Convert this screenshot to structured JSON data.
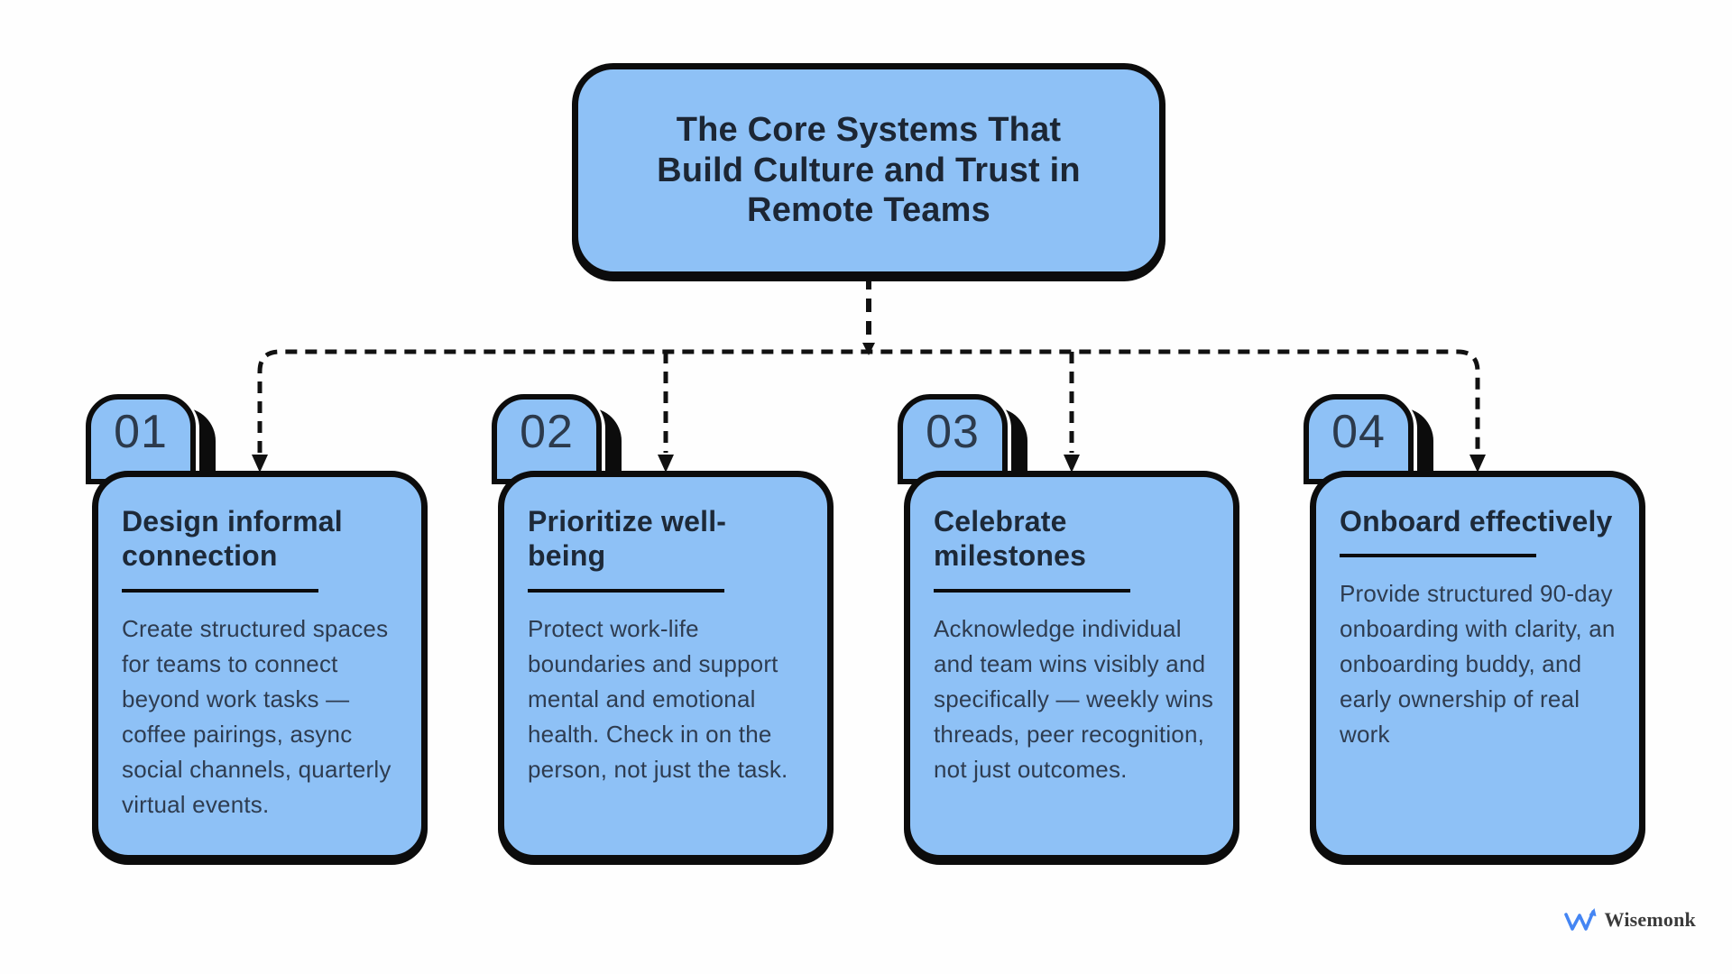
{
  "title": "The Core Systems That Build Culture and Trust in Remote Teams",
  "title_lines": [
    "The Core Systems That",
    "Build Culture and Trust in",
    "Remote Teams"
  ],
  "cards": [
    {
      "number": "01",
      "heading": "Design informal connection",
      "body": "Create structured spaces for teams to connect beyond work tasks — coffee pairings, async social channels, quarterly virtual events."
    },
    {
      "number": "02",
      "heading": "Prioritize well-being",
      "body": "Protect work-life boundaries and support mental and emotional health. Check in on the person, not just the task."
    },
    {
      "number": "03",
      "heading": "Celebrate milestones",
      "body": "Acknowledge individual and team wins visibly and specifically — weekly wins threads, peer recognition, not just outcomes."
    },
    {
      "number": "04",
      "heading": "Onboard effectively",
      "body": "Provide structured 90-day onboarding with clarity, an onboarding buddy, and early ownership of real work"
    }
  ],
  "branding": {
    "logo_text": "Wisemonk"
  },
  "colors": {
    "card_fill": "#8EC1F6",
    "outline": "#0C0C0C",
    "title_text": "#1C2634",
    "body_text": "#2E3C50",
    "logo_blue": "#4485F3",
    "background": "#FEFEFE"
  }
}
